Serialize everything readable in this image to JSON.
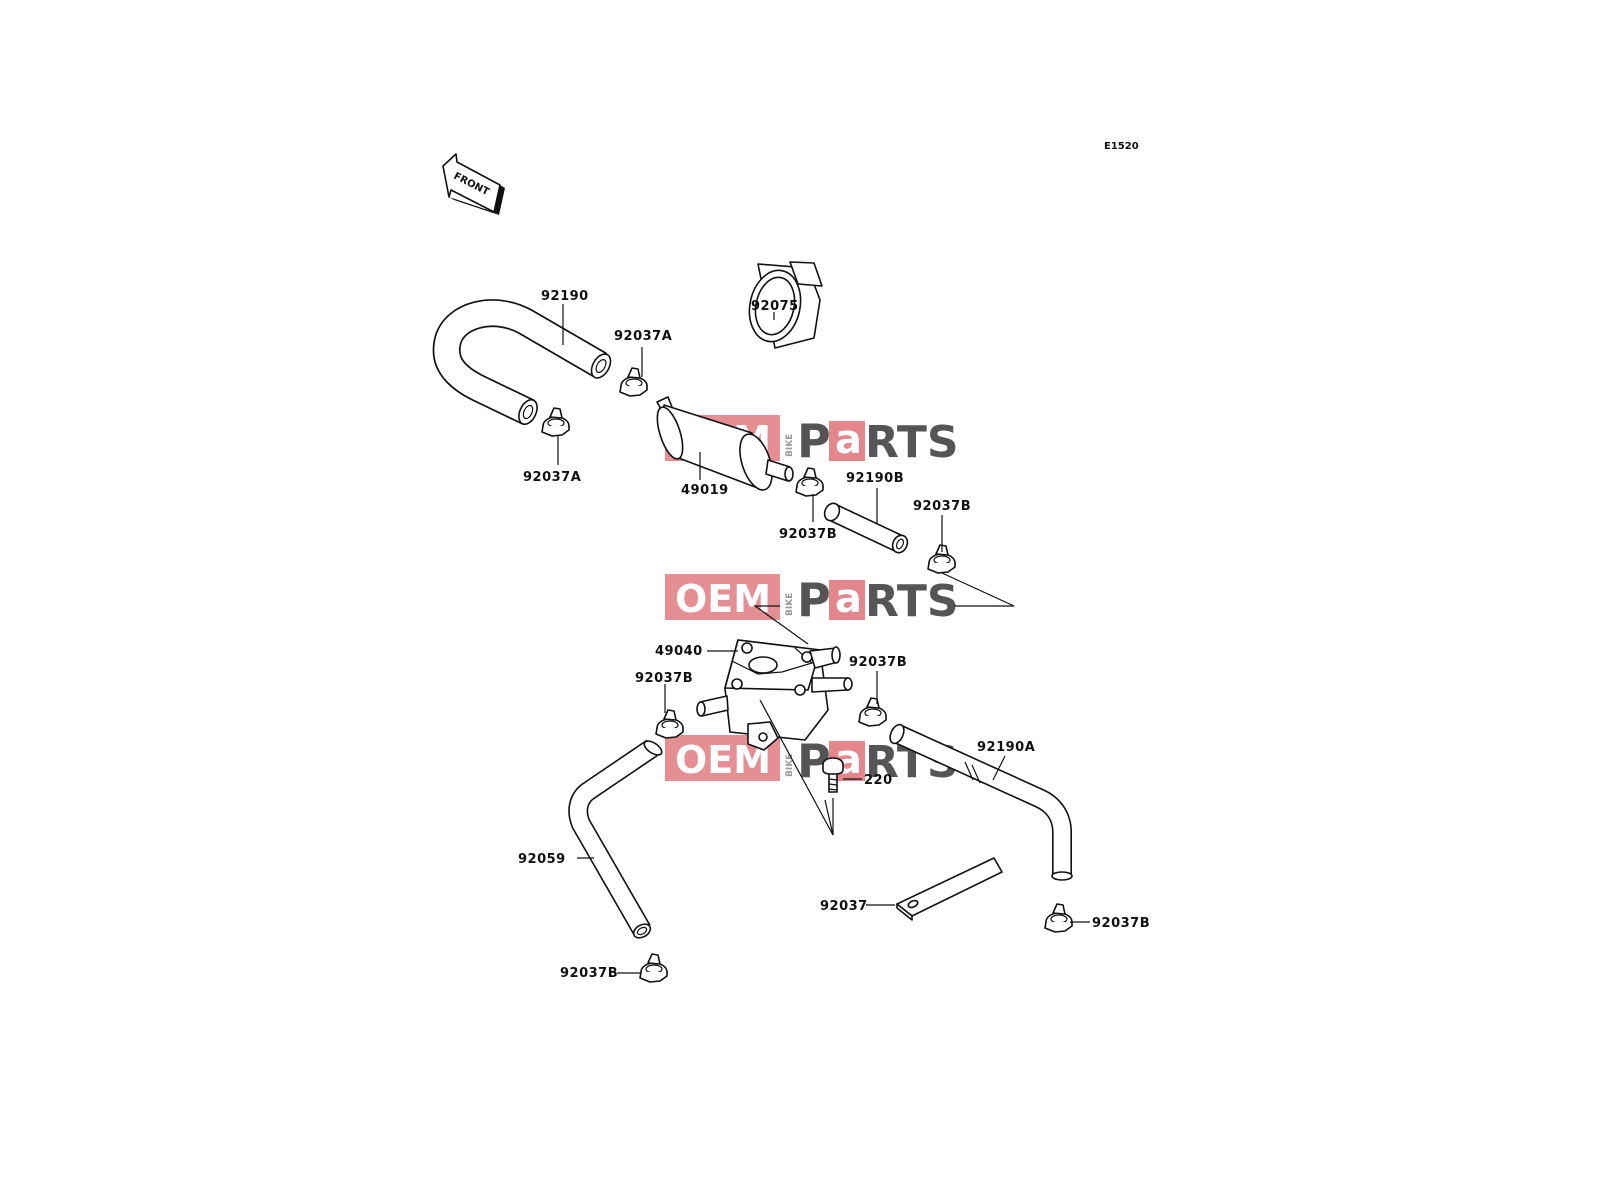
{
  "diagram": {
    "code": "E1520",
    "front_label": "FRONT",
    "watermark": {
      "oem": "OEM",
      "bike": "BIKE",
      "p": "P",
      "a": "a",
      "rts": "RTS"
    },
    "callouts": {
      "92190": "92190",
      "92037A_top": "92037A",
      "92037A_bottom": "92037A",
      "92075": "92075",
      "49019": "49019",
      "92037B_filter": "92037B",
      "92190B": "92190B",
      "92037B_right": "92037B",
      "49040": "49040",
      "92037B_pump_left": "92037B",
      "92037B_pump_right": "92037B",
      "92190A": "92190A",
      "220": "220",
      "92059": "92059",
      "92037": "92037",
      "92037B_bottom_right": "92037B",
      "92037B_bottom_left": "92037B"
    },
    "colors": {
      "line": "#111111",
      "watermark_red": "#e07a80",
      "watermark_gray": "#555555"
    }
  }
}
